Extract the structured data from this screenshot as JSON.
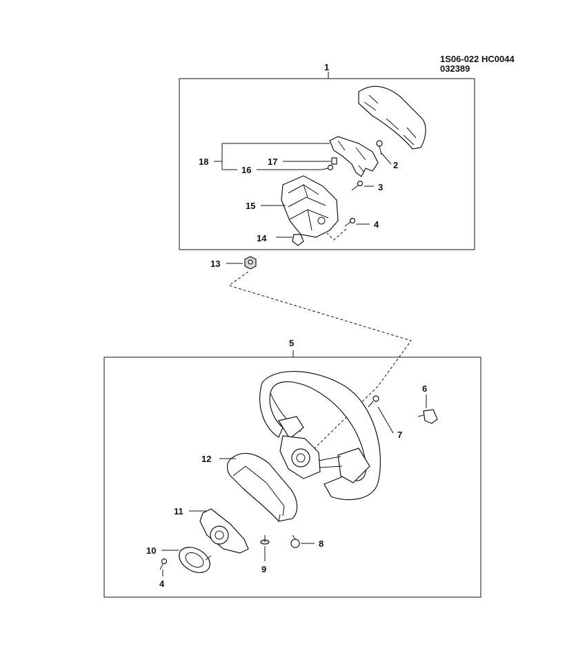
{
  "header": {
    "code_line1": "1S06-022 HC0044",
    "code_line2": "032389"
  },
  "callouts": {
    "c1": "1",
    "c2": "2",
    "c3": "3",
    "c4a": "4",
    "c14": "14",
    "c15": "15",
    "c16": "16",
    "c17": "17",
    "c18": "18",
    "c13": "13",
    "c5": "5",
    "c6": "6",
    "c7": "7",
    "c8": "8",
    "c9": "9",
    "c10": "10",
    "c11": "11",
    "c12": "12",
    "c4b": "4"
  }
}
